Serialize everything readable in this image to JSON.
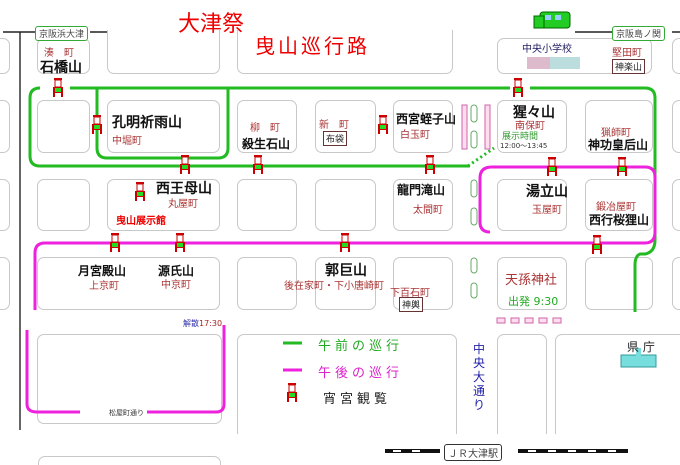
{
  "title": {
    "line1": "大津祭",
    "line2": "曳山巡行路"
  },
  "stations": {
    "left": "京阪浜大津",
    "right": "京阪島ノ関",
    "jr": "ＪＲ大津駅"
  },
  "landmarks": {
    "school": "中央小学校",
    "shrine": "天孫神社",
    "departure": "出発 9:30",
    "dispersal_label": "解散",
    "dispersal_time": "17:30",
    "avenue": "中央大通り",
    "street": "松屋町通り",
    "prefecture": "県 庁",
    "museum": "曳山展示館"
  },
  "exhibit": {
    "label": "展示時間",
    "time": "12:00〜13:45"
  },
  "yamas": [
    {
      "name": "石橋山",
      "town": "湊　町"
    },
    {
      "name": "孔明祈雨山",
      "town": "中堀町"
    },
    {
      "name": "殺生石山",
      "town": "柳　町"
    },
    {
      "name": "西宮蛭子山",
      "town": "白玉町"
    },
    {
      "name": "猩々山",
      "town": "南保町"
    },
    {
      "name": "神功皇后山",
      "town": "猟師町"
    },
    {
      "name": "西王母山",
      "town": "丸屋町"
    },
    {
      "name": "龍門滝山",
      "town": "太間町"
    },
    {
      "name": "湯立山",
      "town": "玉屋町"
    },
    {
      "name": "西行桜狸山",
      "town": "鍛冶屋町"
    },
    {
      "name": "月宮殿山",
      "town": "上京町"
    },
    {
      "name": "源氏山",
      "town": "中京町"
    },
    {
      "name": "郭巨山",
      "town": "後在家町・下小唐崎町"
    }
  ],
  "other_towns": [
    {
      "town": "新　町",
      "box": "布袋"
    },
    {
      "town": "堅田町",
      "box": "神楽山"
    },
    {
      "town": "下百石町",
      "box": "神輿"
    }
  ],
  "legend": {
    "morning": "午前の巡行",
    "afternoon": "午後の巡行",
    "yoimiya": "宵宮観覧"
  },
  "colors": {
    "morning": "#22bb22",
    "afternoon": "#ee22dd",
    "title": "#ee0000"
  }
}
